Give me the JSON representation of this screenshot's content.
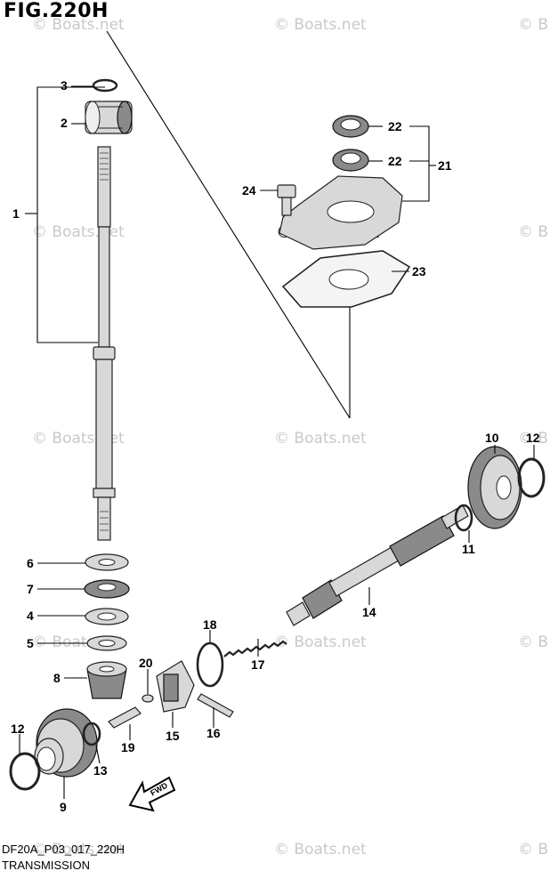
{
  "figure": {
    "title": "FIG.220H",
    "drawing_code": "DF20A_P03_017_220H",
    "section_name": "TRANSMISSION"
  },
  "watermark": {
    "text": "© Boats.net",
    "text_cut": "© B"
  },
  "fwd_label": "FWD",
  "callouts": [
    "1",
    "2",
    "3",
    "4",
    "5",
    "6",
    "7",
    "8",
    "9",
    "10",
    "11",
    "12",
    "12",
    "13",
    "14",
    "15",
    "16",
    "17",
    "18",
    "19",
    "20",
    "21",
    "22",
    "22",
    "23",
    "24"
  ]
}
